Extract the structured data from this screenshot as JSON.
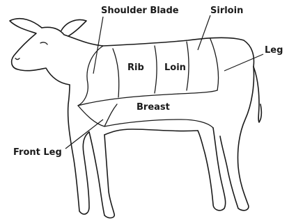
{
  "labels": {
    "shoulder_blade": "Shoulder Blade",
    "sirloin": "Sirloin",
    "leg": "Leg",
    "rib": "Rib",
    "loin": "Loin",
    "breast": "Breast",
    "front_leg": "Front Leg"
  },
  "colors": {
    "ink": "#1a1a1a",
    "background": "#ffffff"
  }
}
